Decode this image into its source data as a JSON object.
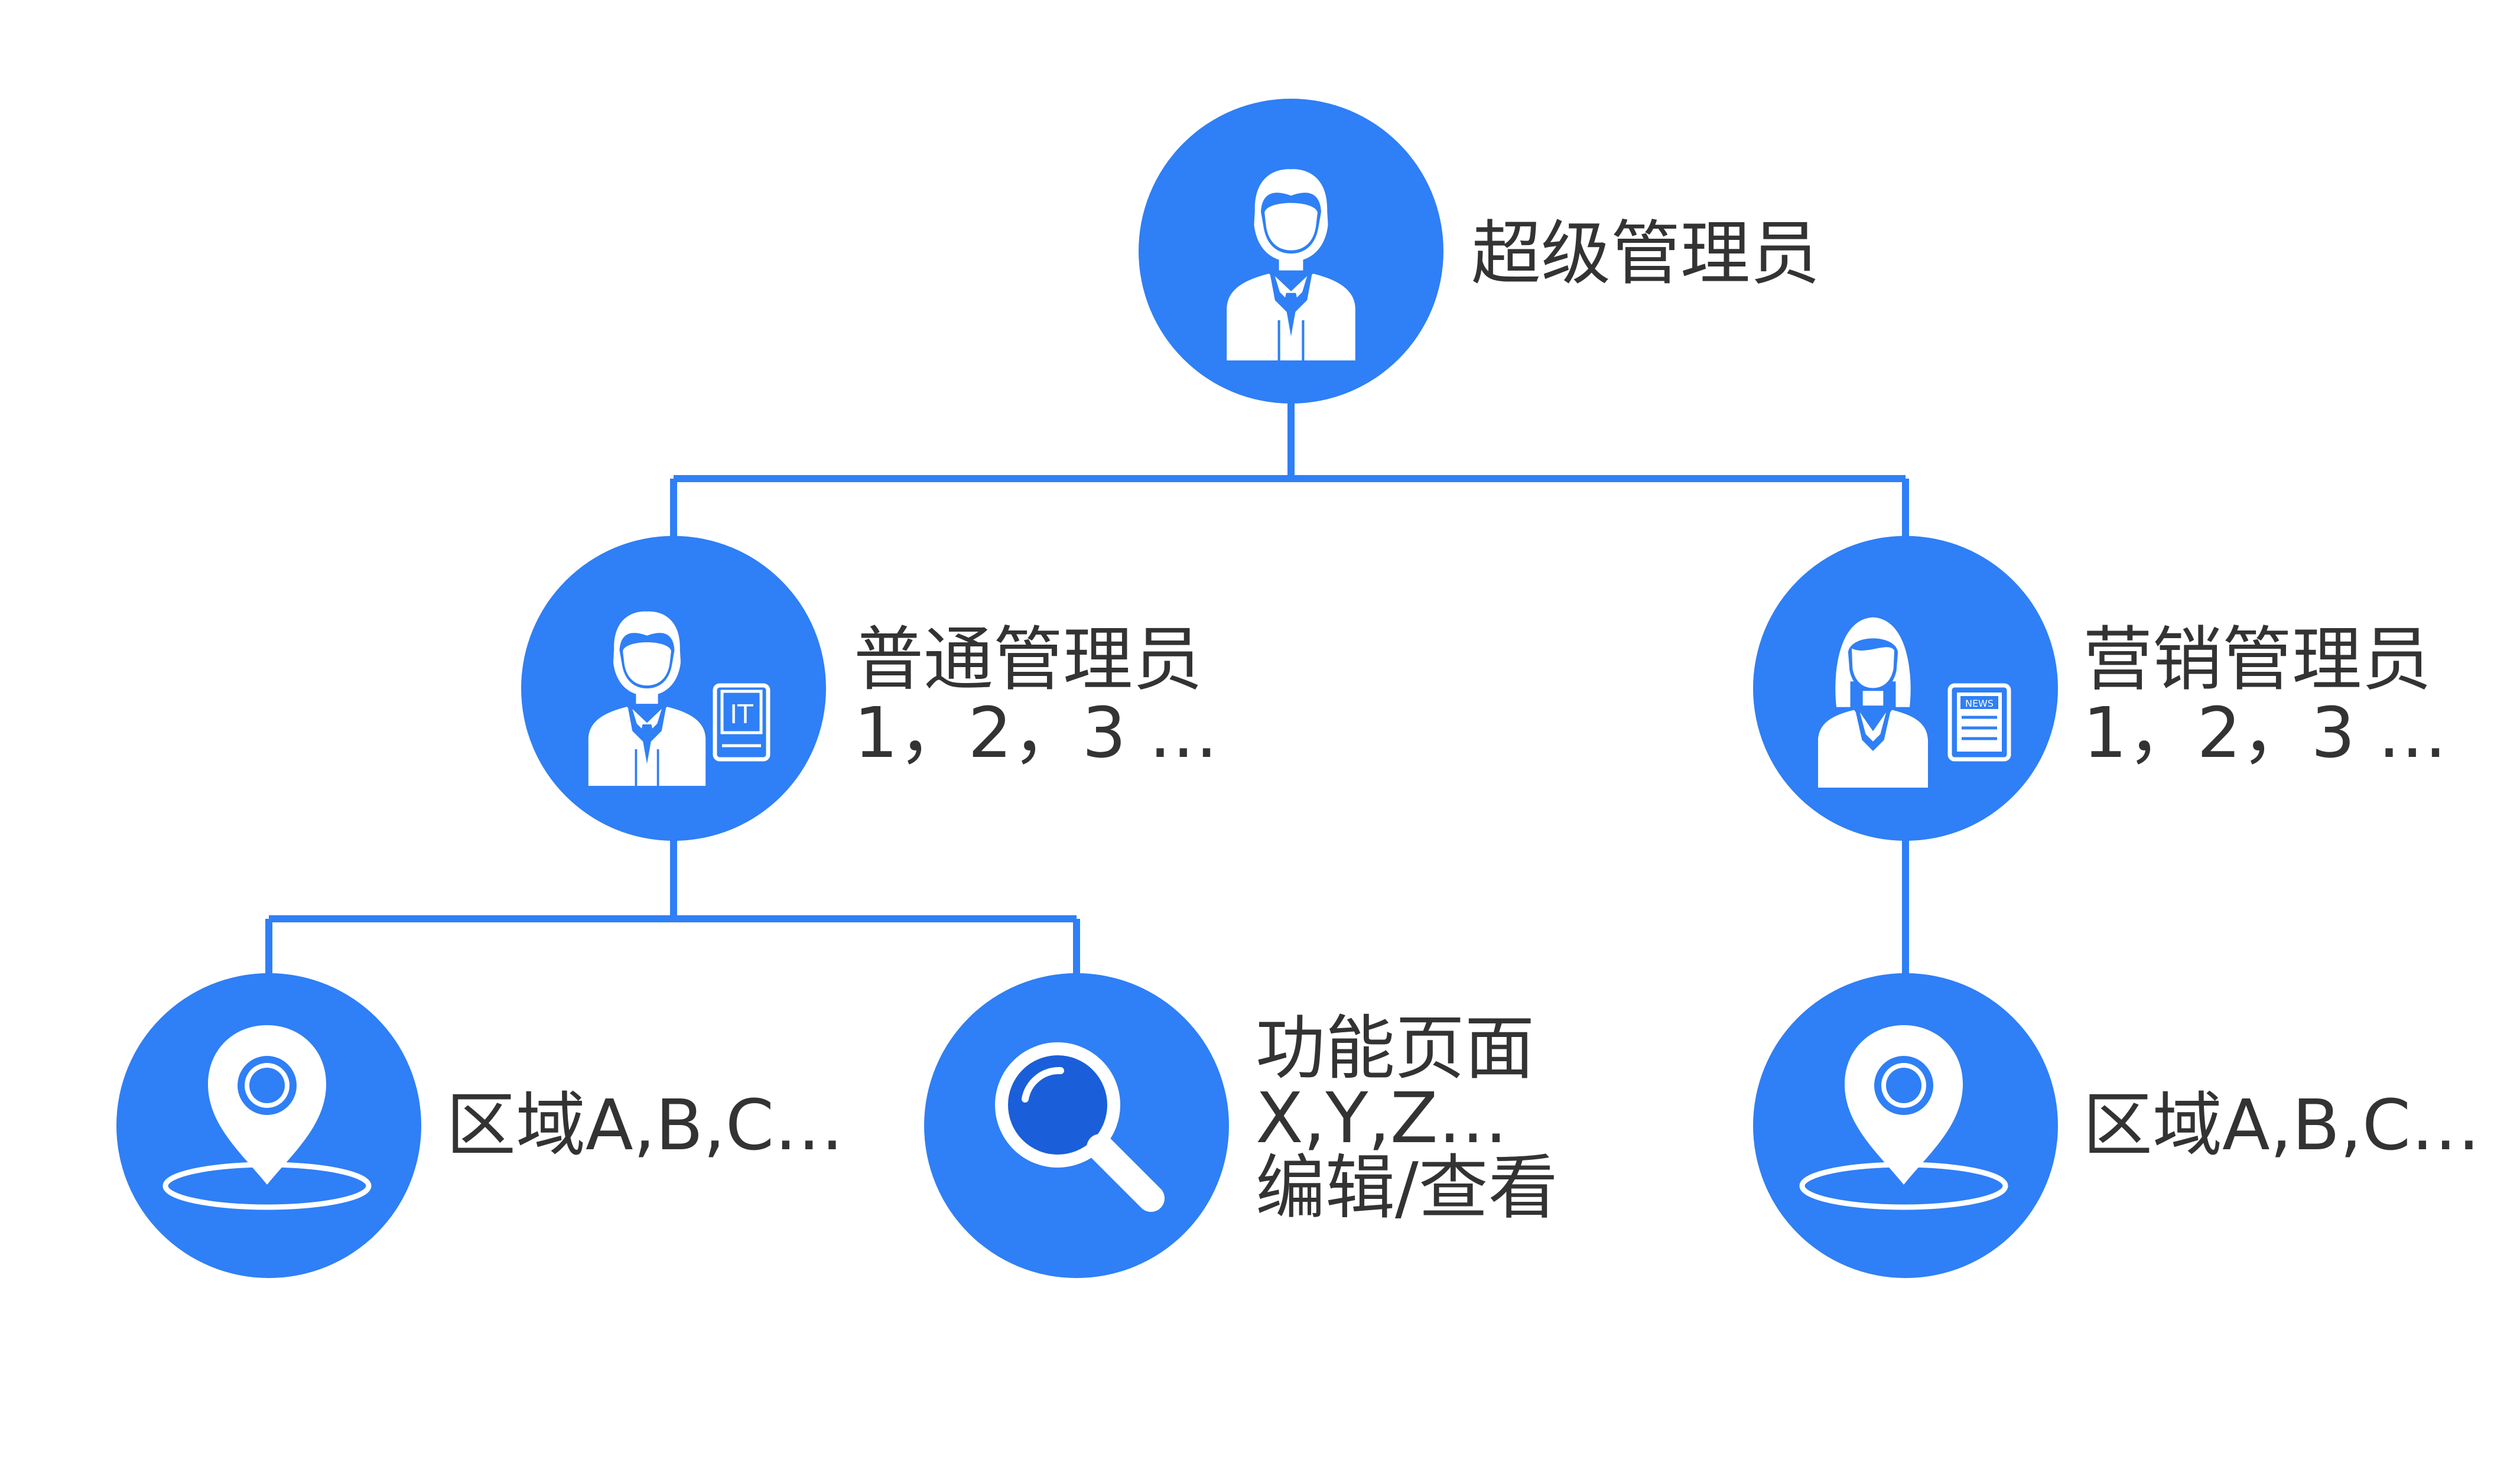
{
  "colors": {
    "accent": "#2f7ff6",
    "connector": "#2f7ff6",
    "icon": "#ffffff",
    "text": "#333333"
  },
  "nodes": {
    "super_admin": {
      "icon": "businessman-icon",
      "lines": [
        "超级管理员"
      ]
    },
    "general_admin": {
      "icon": "it-admin-icon",
      "lines": [
        "普通管理员",
        "1，2，3 …"
      ]
    },
    "marketing_admin": {
      "icon": "news-admin-icon",
      "lines": [
        "营销管理员",
        "1，2，3 …"
      ]
    },
    "region_left": {
      "icon": "location-pin-icon",
      "lines": [
        "区域A,B,C…"
      ]
    },
    "function_pages": {
      "icon": "magnifier-icon",
      "lines": [
        "功能页面",
        "X,Y,Z…",
        "编辑/查看"
      ]
    },
    "region_right": {
      "icon": "location-pin-icon",
      "lines": [
        "区域A,B,C…"
      ]
    }
  }
}
